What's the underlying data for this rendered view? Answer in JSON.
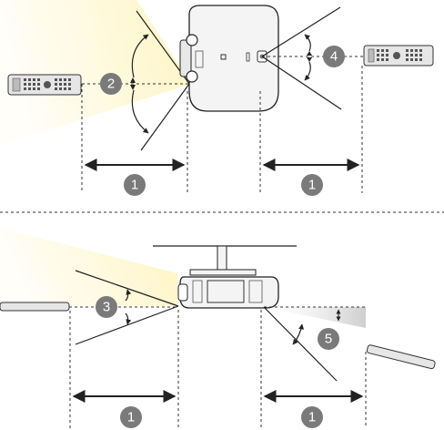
{
  "callouts": {
    "top_distance_left": "1",
    "top_distance_right": "1",
    "top_horizontal_angle": "2",
    "top_vertical_angle_rear": "4",
    "bottom_vertical_angle_front": "3",
    "bottom_vertical_angle_rear": "5",
    "bottom_distance_left": "1",
    "bottom_distance_right": "1"
  },
  "colors": {
    "line": "#222222",
    "guide": "#333333",
    "callout_fill": "#7a7a7a",
    "beam": "#fff2b8",
    "shadow_wedge": "#d5d5d5",
    "projector_body": "#f4f4f4",
    "remote_body": "#e6e6e6"
  }
}
